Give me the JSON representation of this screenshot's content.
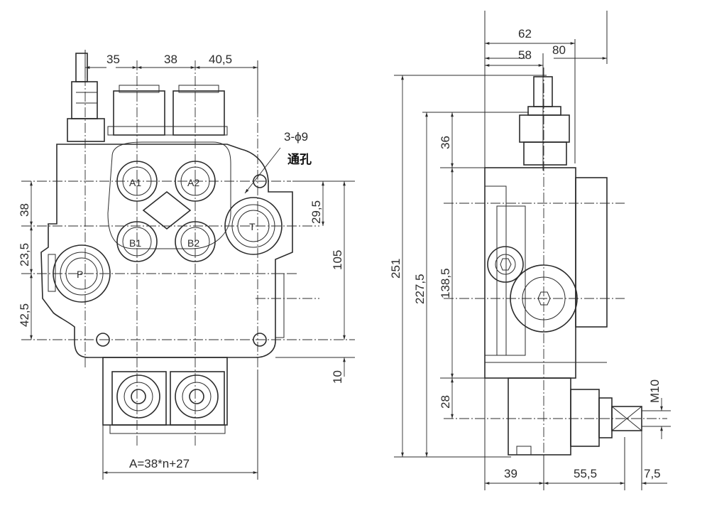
{
  "front_view": {
    "dims_top": [
      "35",
      "38",
      "40,5"
    ],
    "dims_left": [
      "38",
      "23,5",
      "42,5"
    ],
    "dims_right": [
      "29,5",
      "105",
      "10"
    ],
    "hole_note": "3-ϕ9",
    "hole_note_cn": "通孔",
    "formula": "A=38*n+27",
    "ports": {
      "a1": "A1",
      "a2": "A2",
      "b1": "B1",
      "b2": "B2",
      "t": "T",
      "p": "P"
    }
  },
  "side_view": {
    "dims_top": [
      "62",
      "58",
      "80"
    ],
    "dims_left": [
      "251",
      "227,5",
      "138,5",
      "36",
      "28"
    ],
    "dims_bottom": [
      "39",
      "55,5",
      "7,5"
    ],
    "thread": "M10"
  }
}
